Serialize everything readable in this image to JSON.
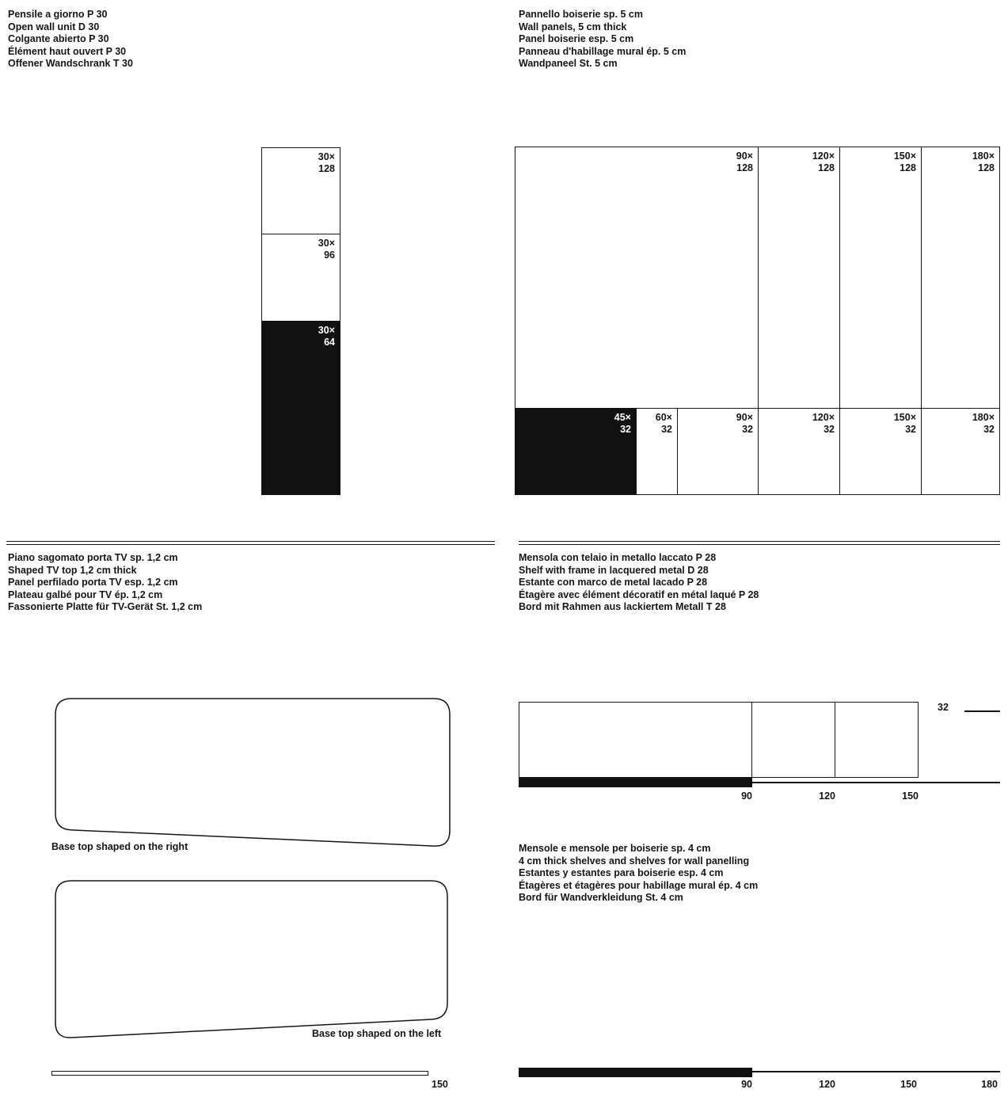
{
  "colors": {
    "ink": "#161616",
    "fill_black": "#111111",
    "paper": "#ffffff"
  },
  "wall_unit": {
    "title_lines": [
      "Pensile a giorno P 30",
      "Open wall unit D 30",
      "Colgante abierto P 30",
      "Élément haut ouvert P 30",
      "Offener Wandschrank T 30"
    ],
    "units": [
      {
        "w": "30×",
        "h": "128"
      },
      {
        "w": "30×",
        "h": "96"
      },
      {
        "w": "30×",
        "h": "64"
      }
    ]
  },
  "wall_panels": {
    "title_lines": [
      "Pannello boiserie sp. 5 cm",
      "Wall panels, 5 cm thick",
      "Panel boiserie esp. 5 cm",
      "Panneau d'habillage mural ép. 5 cm",
      "Wandpaneel St. 5 cm"
    ],
    "tall": [
      {
        "w": "90×",
        "h": "128"
      },
      {
        "w": "120×",
        "h": "128"
      },
      {
        "w": "150×",
        "h": "128"
      },
      {
        "w": "180×",
        "h": "128"
      }
    ],
    "low": [
      {
        "w": "45×",
        "h": "32"
      },
      {
        "w": "60×",
        "h": "32"
      },
      {
        "w": "90×",
        "h": "32"
      },
      {
        "w": "120×",
        "h": "32"
      },
      {
        "w": "150×",
        "h": "32"
      },
      {
        "w": "180×",
        "h": "32"
      }
    ]
  },
  "tv_top": {
    "title_lines": [
      "Piano sagomato porta TV sp. 1,2 cm",
      "Shaped TV top 1,2 cm thick",
      "Panel perfilado porta TV esp. 1,2 cm",
      "Plateau galbé pour TV ép. 1,2 cm",
      "Fassonierte Platte für TV-Gerät St. 1,2 cm"
    ],
    "caption_right": "Base top shaped on the right",
    "caption_left": "Base top shaped on the left",
    "length_label": "150"
  },
  "metal_shelf": {
    "title_lines": [
      "Mensola con telaio in metallo laccato P 28",
      "Shelf with frame in lacquered metal D 28",
      "Estante con marco de metal lacado P 28",
      "Étagère avec élément décoratif en métal laqué P 28",
      "Bord mit Rahmen aus lackiertem Metall T 28"
    ],
    "height_label": "32",
    "width_labels": [
      "90",
      "120",
      "150"
    ]
  },
  "shelves": {
    "title_lines": [
      "Mensole e mensole per boiserie sp. 4 cm",
      "4 cm thick shelves and shelves for wall panelling",
      "Estantes y estantes para boiserie esp. 4 cm",
      "Étagères et étagères pour habillage mural ép. 4 cm",
      "Bord für Wandverkleidung St. 4 cm"
    ],
    "width_labels": [
      "90",
      "120",
      "150",
      "180"
    ]
  }
}
